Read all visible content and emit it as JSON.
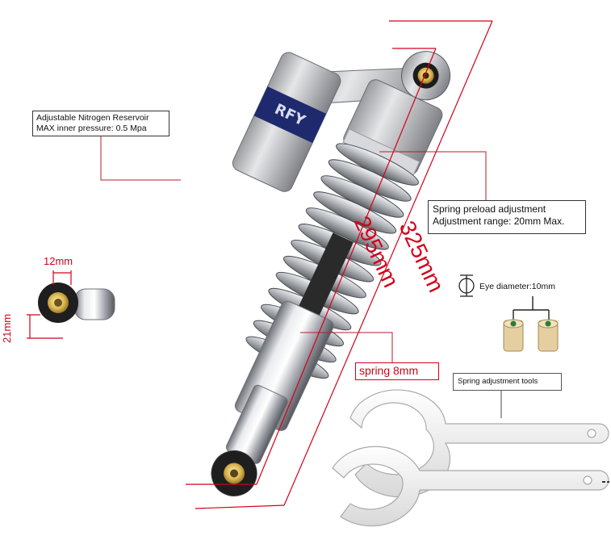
{
  "callouts": {
    "reservoir": {
      "line1": "Adjustable Nitrogen Reservoir",
      "line2": "MAX inner pressure: 0.5 Mpa"
    },
    "preload": {
      "line1": "Spring preload adjustment",
      "line2": "Adjustment range: 20mm Max."
    },
    "spring": "spring 8mm",
    "tools": "Spring adjustment tools",
    "eye": "Eye diameter:10mm"
  },
  "dimensions": {
    "outer_length": "325mm",
    "inner_length": "295mm",
    "eye_width": "12mm",
    "eye_height": "21mm"
  },
  "colors": {
    "dimension_red": "#d4001a",
    "chrome": "#c9ccd1",
    "bushing_gold": "#e2c36a",
    "tool_white": "#f2f2f2"
  }
}
